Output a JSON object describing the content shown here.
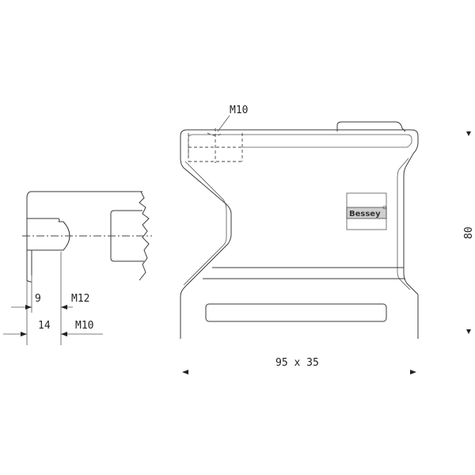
{
  "side_view": {
    "dim_slot": "9",
    "dim_thread_small": "M12",
    "dim_width": "14",
    "dim_thread_large": "M10"
  },
  "front_view": {
    "bolt_label": "M10",
    "brand": "Bessey",
    "height_dim": "80",
    "size_dim": "95 x 35"
  }
}
